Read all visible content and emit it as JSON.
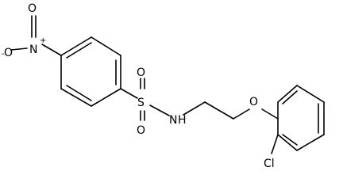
{
  "structure": {
    "atoms": {
      "n_nitro": "N",
      "n_charge": "+",
      "o_top": "O",
      "o_left": "O",
      "o_minus": "-",
      "s": "S",
      "o_s_top": "O",
      "o_s_bottom": "O",
      "n_amide": "N",
      "h_amide": "H",
      "o_ether": "O",
      "cl": "Cl"
    }
  }
}
